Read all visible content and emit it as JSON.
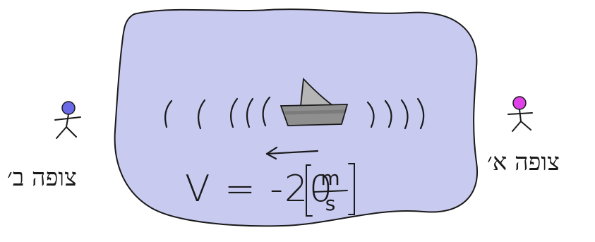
{
  "labels": {
    "observer_a": "צופה א׳",
    "observer_b": "צופה ב׳",
    "velocity_prefix": "V = -20",
    "unit_numerator": "m",
    "unit_denominator": "s"
  },
  "colors": {
    "water_fill": "#c8caf0",
    "outline": "#1a1a1a",
    "observer_a_head": "#e040e8",
    "observer_b_head": "#6a6ae8",
    "boat_hull": "#8f8f8f",
    "boat_sail": "#b5b5b5"
  },
  "icons": {
    "boat": "sailboat-icon",
    "observer_a": "stick-figure-icon",
    "observer_b": "stick-figure-icon",
    "direction": "arrow-left-icon"
  }
}
